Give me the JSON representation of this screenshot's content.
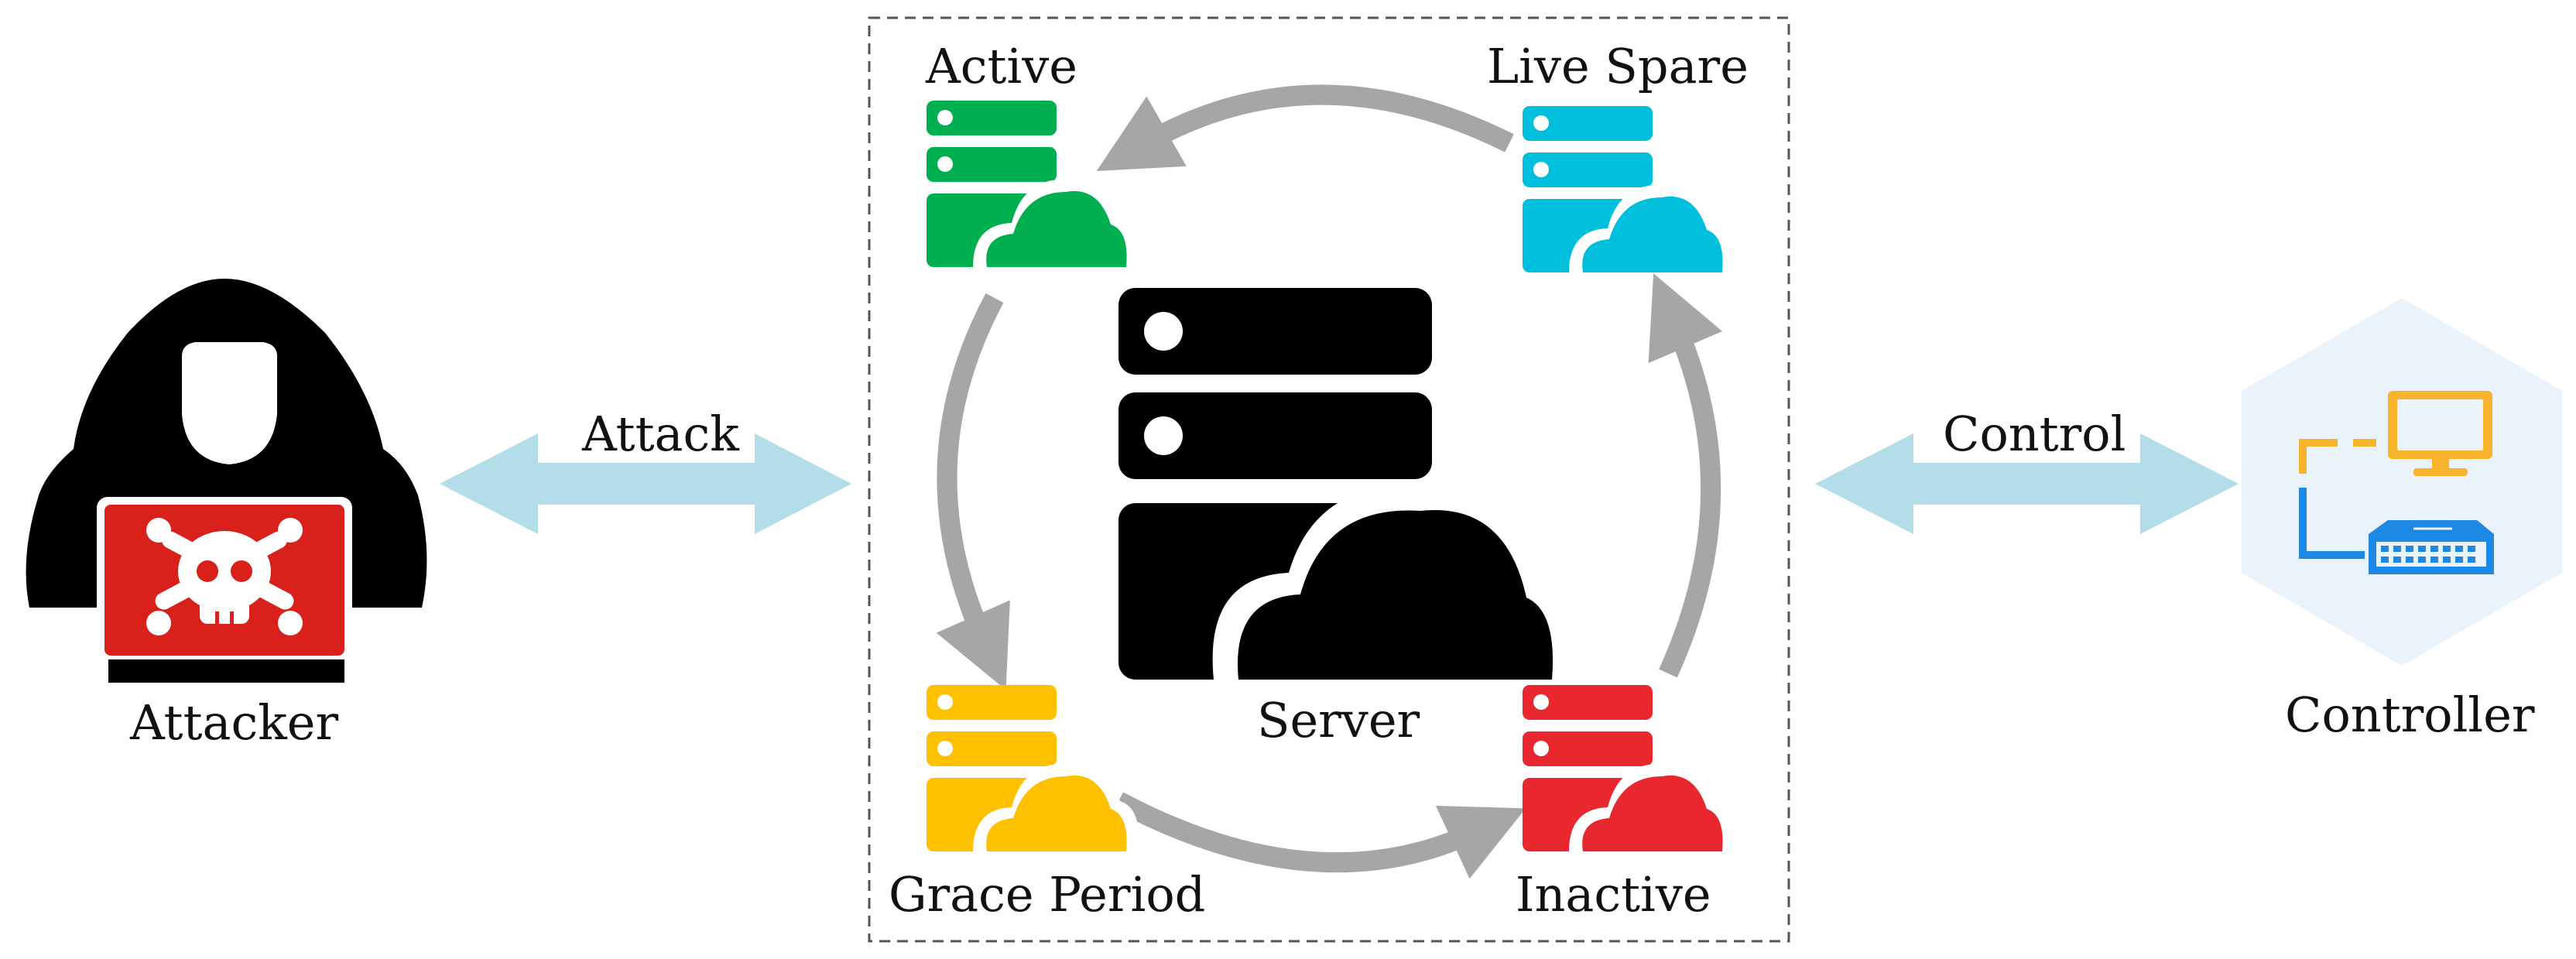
{
  "labels": {
    "attacker": "Attacker",
    "attack": "Attack",
    "server": "Server",
    "control": "Control",
    "controller": "Controller"
  },
  "states": [
    {
      "id": "active",
      "label": "Active",
      "color": "#00AF50"
    },
    {
      "id": "live-spare",
      "label": "Live Spare",
      "color": "#00BFDC"
    },
    {
      "id": "inactive",
      "label": "Inactive",
      "color": "#E8282E"
    },
    {
      "id": "grace-period",
      "label": "Grace Period",
      "color": "#FFC000"
    }
  ],
  "colors": {
    "center_server": "#000000",
    "cycle_arrow": "#A6A6A6",
    "link_arrow": "#B3DDE8",
    "attacker_screen": "#D9201A",
    "controller_hexagon": "#EAF2FC",
    "controller_monitor": "#F7B32B",
    "controller_switch": "#1E88E5"
  },
  "icons": [
    "hacker-icon",
    "skull-crossbones-icon",
    "server-cloud-icon",
    "monitor-icon",
    "network-switch-icon"
  ]
}
